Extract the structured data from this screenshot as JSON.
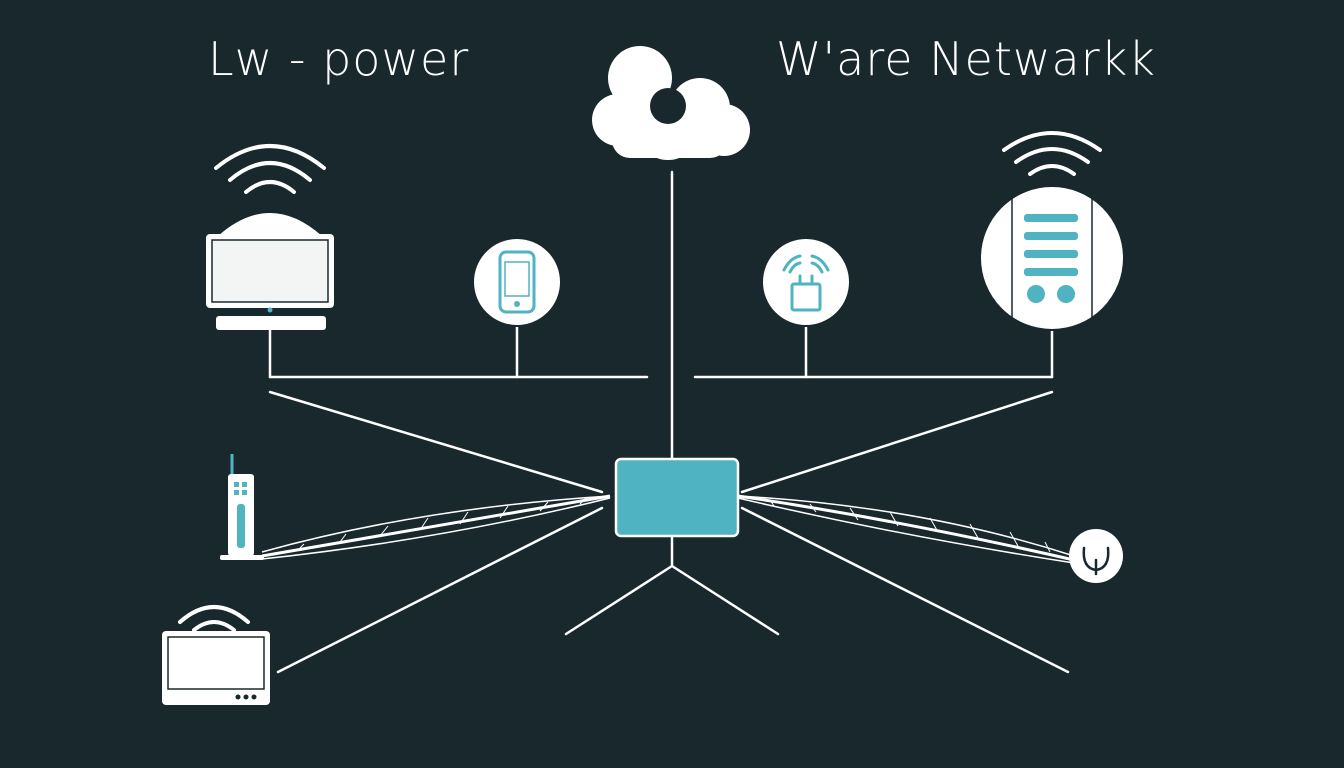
{
  "titles": {
    "left": "Lw - power",
    "right": "W'are Netwarkk"
  },
  "colors": {
    "background": "#18282d",
    "line": "#ffffff",
    "accent": "#4fb3c2",
    "node_fill": "#ffffff"
  },
  "nodes": [
    {
      "id": "cloud",
      "icon": "cloud-icon"
    },
    {
      "id": "hub",
      "icon": "hub-box"
    },
    {
      "id": "monitor",
      "icon": "monitor-icon",
      "signal": "wifi-signal-icon"
    },
    {
      "id": "phone",
      "icon": "smartphone-icon"
    },
    {
      "id": "sensor",
      "icon": "wireless-sensor-icon"
    },
    {
      "id": "server",
      "icon": "server-icon",
      "signal": "wifi-signal-icon"
    },
    {
      "id": "router",
      "icon": "router-antenna-icon"
    },
    {
      "id": "tablet",
      "icon": "tablet-icon",
      "signal": "wifi-signal-icon"
    },
    {
      "id": "link-node",
      "icon": "sync-icon"
    }
  ]
}
